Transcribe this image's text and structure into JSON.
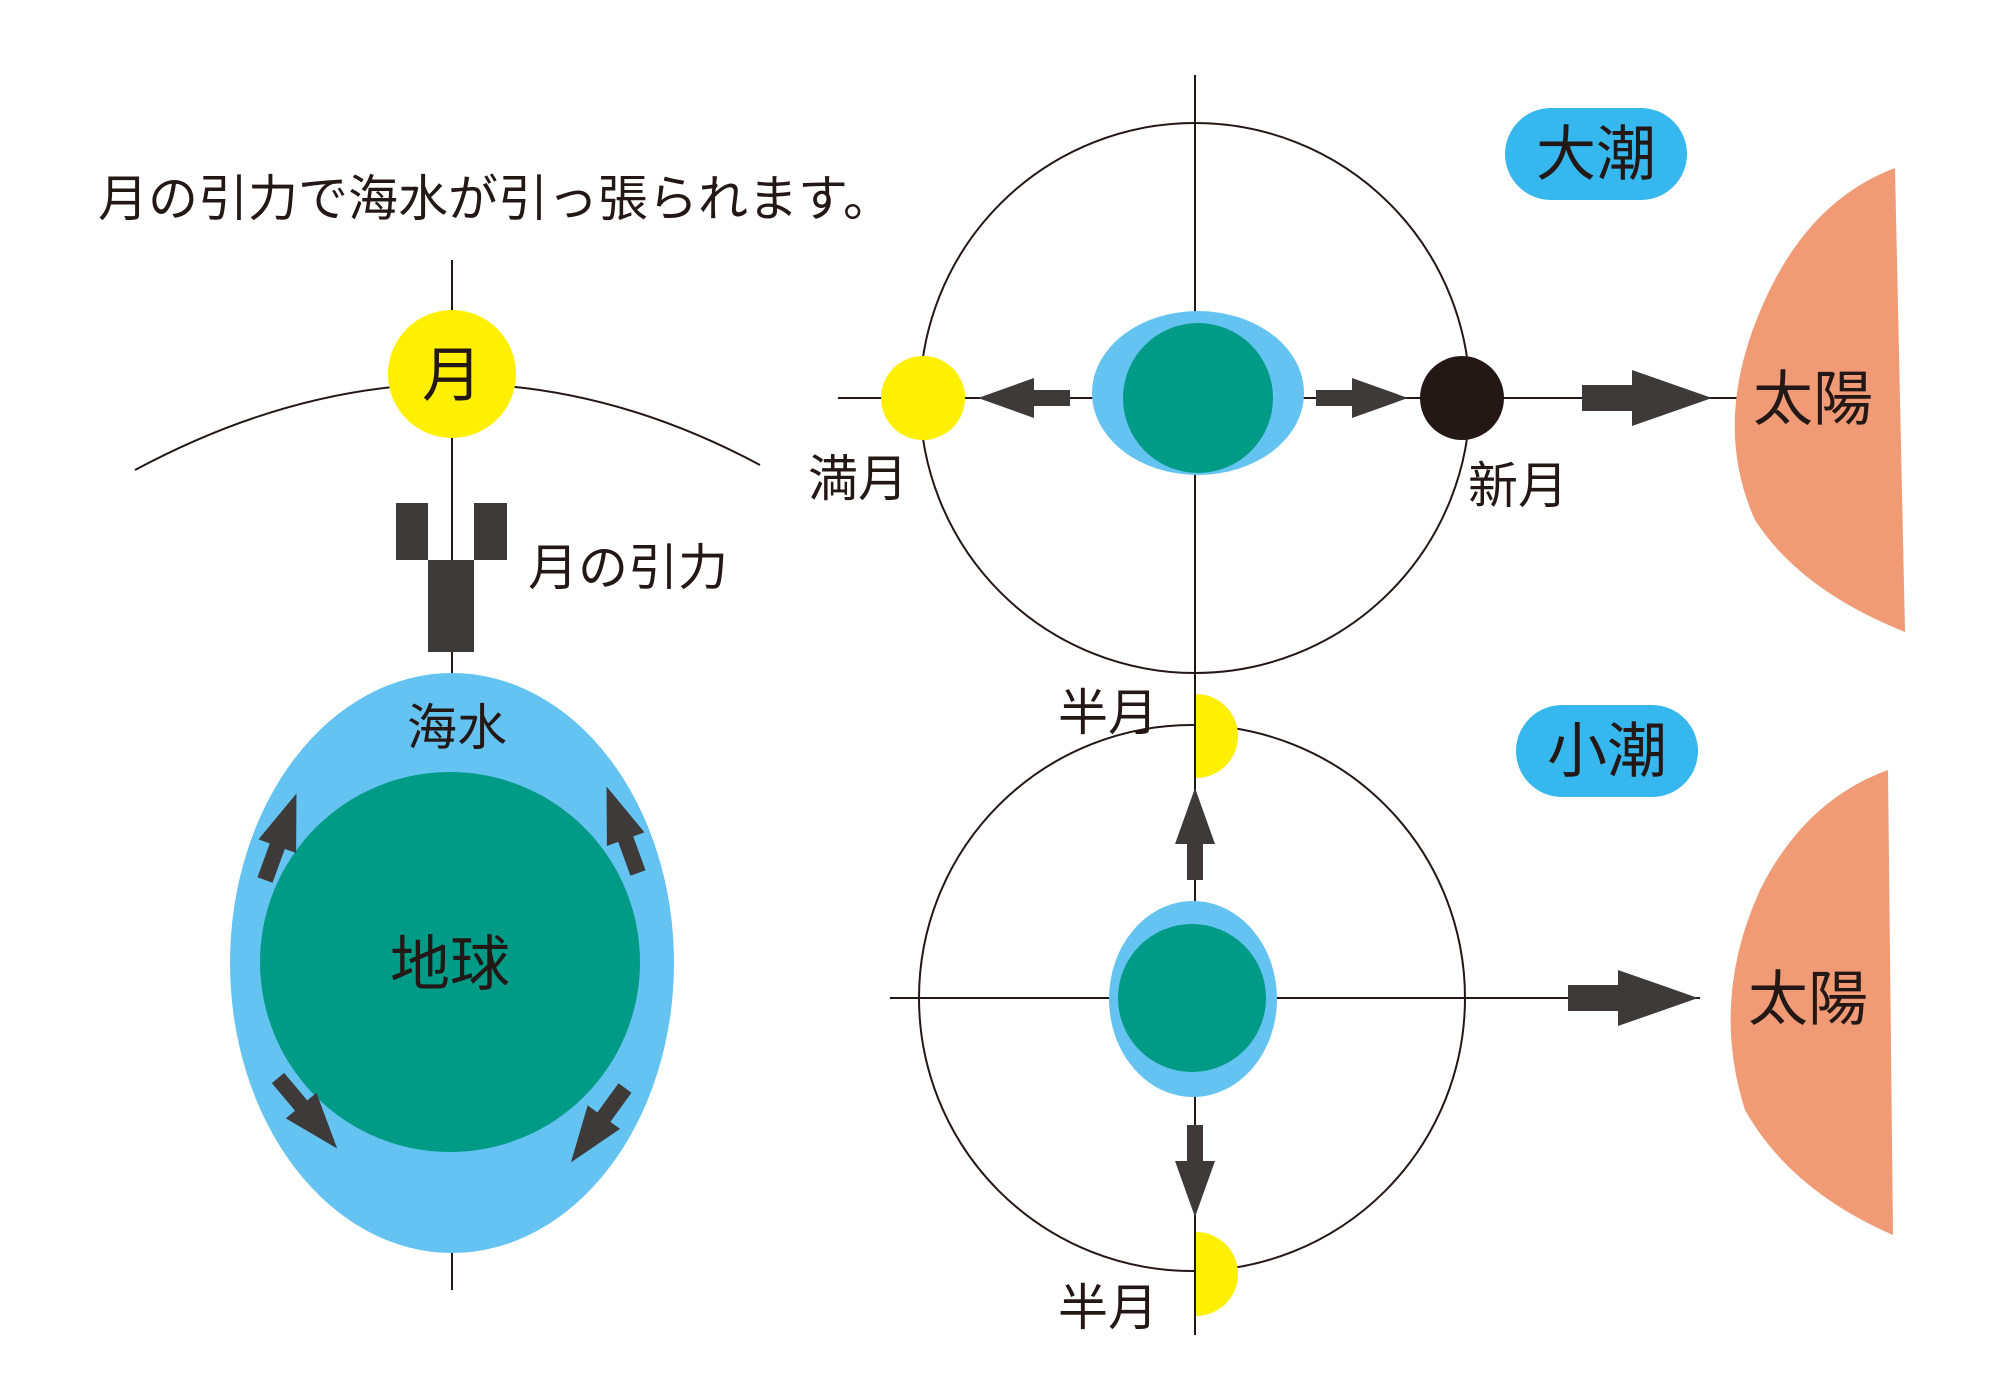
{
  "caption": "月の引力で海水が引っ張られます。",
  "left_panel": {
    "moon_label": "月",
    "gravity_label": "月の引力",
    "seawater_label": "海水",
    "earth_label": "地球"
  },
  "spring_tide": {
    "badge": "大潮",
    "full_moon_label": "満月",
    "new_moon_label": "新月",
    "sun_label": "太陽"
  },
  "neap_tide": {
    "badge": "小潮",
    "half_moon_top_label": "半月",
    "half_moon_bottom_label": "半月",
    "sun_label": "太陽"
  },
  "colors": {
    "earth": "#009b87",
    "seawater": "#64c3f0",
    "moon": "#fff000",
    "new_moon": "#231815",
    "sun": "#f09a76",
    "arrow": "#3e3a39",
    "line": "#231815",
    "badge": "#36b8ee"
  }
}
